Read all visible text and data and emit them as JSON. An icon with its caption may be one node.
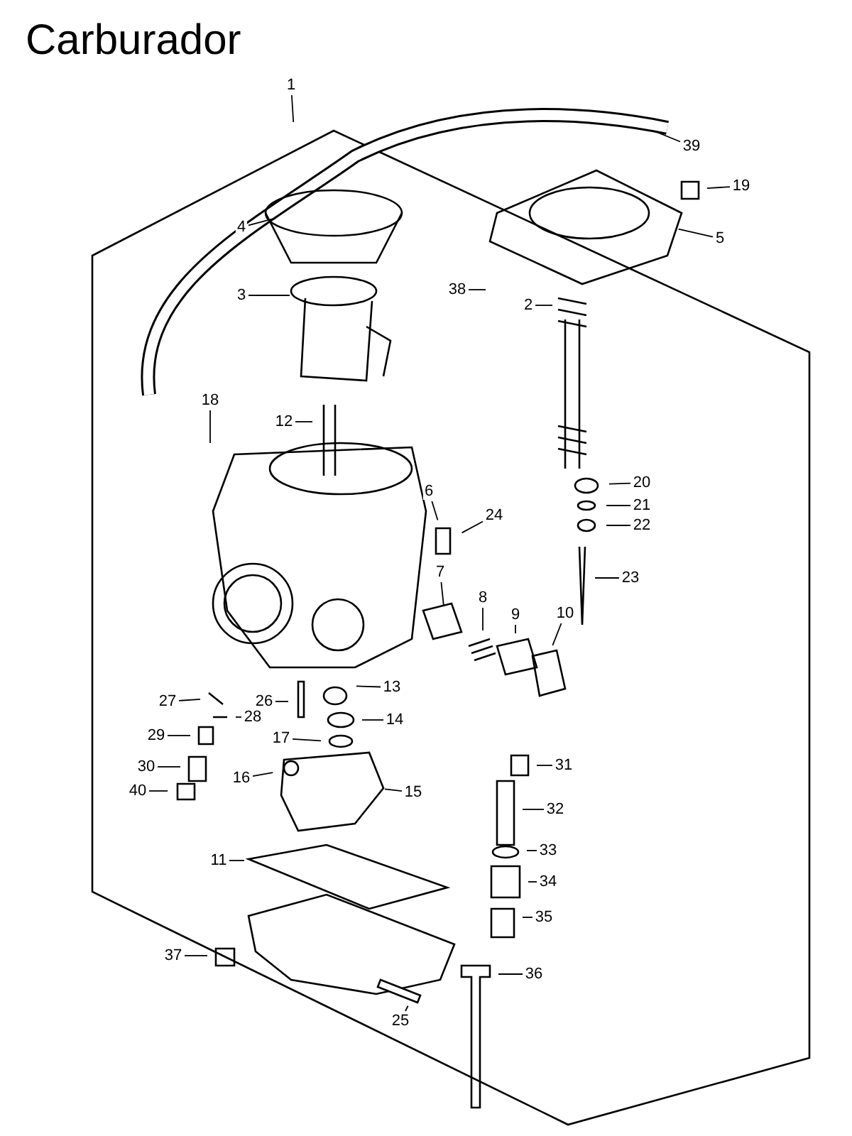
{
  "diagram": {
    "title": "Carburador",
    "nodes": [
      {
        "text": [
          "1"
        ]
      },
      {
        "text": [
          "39"
        ]
      },
      {
        "text": [
          "19"
        ]
      },
      {
        "text": [
          "5"
        ]
      },
      {
        "text": [
          "4"
        ]
      },
      {
        "text": [
          "3"
        ]
      },
      {
        "text": [
          "38"
        ]
      },
      {
        "text": [
          "2"
        ]
      },
      {
        "text": [
          "18"
        ]
      },
      {
        "text": [
          "12"
        ]
      },
      {
        "text": [
          "20"
        ]
      },
      {
        "text": [
          "21"
        ]
      },
      {
        "text": [
          "22"
        ]
      },
      {
        "text": [
          "6"
        ]
      },
      {
        "text": [
          "24"
        ]
      },
      {
        "text": [
          "23"
        ]
      },
      {
        "text": [
          "7"
        ]
      },
      {
        "text": [
          "8"
        ]
      },
      {
        "text": [
          "9"
        ]
      },
      {
        "text": [
          "10"
        ]
      },
      {
        "text": [
          "27"
        ]
      },
      {
        "text": [
          "28"
        ]
      },
      {
        "text": [
          "26"
        ]
      },
      {
        "text": [
          "13"
        ]
      },
      {
        "text": [
          "14"
        ]
      },
      {
        "text": [
          "29"
        ]
      },
      {
        "text": [
          "17"
        ]
      },
      {
        "text": [
          "30"
        ]
      },
      {
        "text": [
          "16"
        ]
      },
      {
        "text": [
          "15"
        ]
      },
      {
        "text": [
          "31"
        ]
      },
      {
        "text": [
          "40"
        ]
      },
      {
        "text": [
          "32"
        ]
      },
      {
        "text": [
          "33"
        ]
      },
      {
        "text": [
          "11"
        ]
      },
      {
        "text": [
          "34"
        ]
      },
      {
        "text": [
          "35"
        ]
      },
      {
        "text": [
          "37"
        ]
      },
      {
        "text": [
          "36"
        ]
      },
      {
        "text": [
          "25"
        ]
      }
    ],
    "edges": [
      {
        "from": 0,
        "to": null,
        "arrow": "none"
      },
      {
        "from": 1,
        "to": null,
        "arrow": "none"
      },
      {
        "from": 2,
        "to": null,
        "arrow": "none"
      },
      {
        "from": 3,
        "to": null,
        "arrow": "none"
      },
      {
        "from": 4,
        "to": null,
        "arrow": "none"
      },
      {
        "from": 5,
        "to": null,
        "arrow": "none"
      },
      {
        "from": 6,
        "to": null,
        "arrow": "none"
      },
      {
        "from": 7,
        "to": null,
        "arrow": "none"
      },
      {
        "from": 8,
        "to": null,
        "arrow": "none"
      },
      {
        "from": 9,
        "to": null,
        "arrow": "none"
      },
      {
        "from": 10,
        "to": null,
        "arrow": "none"
      },
      {
        "from": 11,
        "to": null,
        "arrow": "none"
      },
      {
        "from": 12,
        "to": null,
        "arrow": "none"
      },
      {
        "from": 13,
        "to": null,
        "arrow": "none"
      },
      {
        "from": 14,
        "to": null,
        "arrow": "none"
      },
      {
        "from": 15,
        "to": null,
        "arrow": "none"
      },
      {
        "from": 16,
        "to": null,
        "arrow": "none"
      },
      {
        "from": 17,
        "to": null,
        "arrow": "none"
      },
      {
        "from": 18,
        "to": null,
        "arrow": "none"
      },
      {
        "from": 19,
        "to": null,
        "arrow": "none"
      },
      {
        "from": 20,
        "to": null,
        "arrow": "none"
      },
      {
        "from": 21,
        "to": null,
        "arrow": "none"
      },
      {
        "from": 22,
        "to": null,
        "arrow": "none"
      },
      {
        "from": 23,
        "to": null,
        "arrow": "none"
      },
      {
        "from": 24,
        "to": null,
        "arrow": "none"
      },
      {
        "from": 25,
        "to": null,
        "arrow": "none"
      },
      {
        "from": 26,
        "to": null,
        "arrow": "none"
      },
      {
        "from": 27,
        "to": null,
        "arrow": "none"
      },
      {
        "from": 28,
        "to": null,
        "arrow": "none"
      },
      {
        "from": 29,
        "to": null,
        "arrow": "none"
      },
      {
        "from": 30,
        "to": null,
        "arrow": "none"
      },
      {
        "from": 31,
        "to": null,
        "arrow": "none"
      },
      {
        "from": 32,
        "to": null,
        "arrow": "none"
      },
      {
        "from": 33,
        "to": null,
        "arrow": "none"
      },
      {
        "from": 34,
        "to": null,
        "arrow": "none"
      },
      {
        "from": 35,
        "to": null,
        "arrow": "none"
      },
      {
        "from": 36,
        "to": null,
        "arrow": "none"
      },
      {
        "from": 37,
        "to": null,
        "arrow": "none"
      },
      {
        "from": 38,
        "to": null,
        "arrow": "none"
      },
      {
        "from": 39,
        "to": null,
        "arrow": "none"
      }
    ]
  }
}
